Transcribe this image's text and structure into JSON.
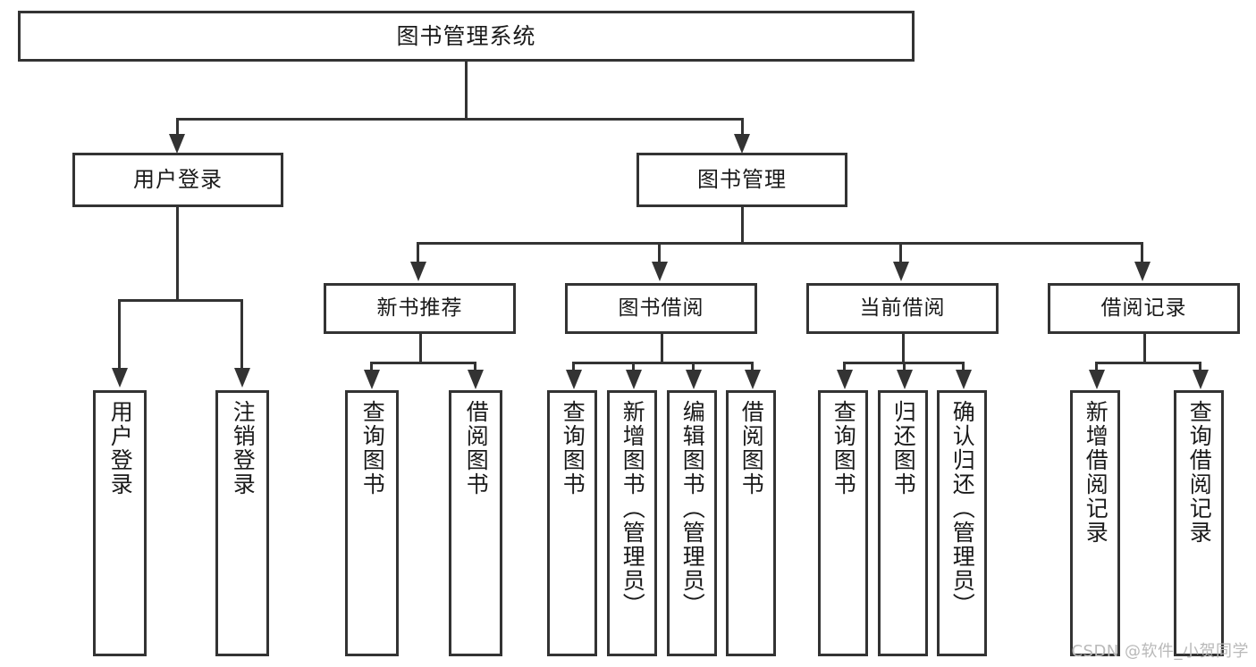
{
  "diagram": {
    "title": "图书管理系统",
    "root": {
      "label": "图书管理系统"
    },
    "level2": [
      {
        "label": "用户登录"
      },
      {
        "label": "图书管理"
      }
    ],
    "level3": [
      {
        "label": "新书推荐"
      },
      {
        "label": "图书借阅"
      },
      {
        "label": "当前借阅"
      },
      {
        "label": "借阅记录"
      }
    ],
    "leaves": {
      "user_login": [
        {
          "label": "用户登录"
        },
        {
          "label": "注销登录"
        }
      ],
      "new_book_recommend": [
        {
          "label": "查询图书"
        },
        {
          "label": "借阅图书"
        }
      ],
      "book_borrow": [
        {
          "label": "查询图书"
        },
        {
          "label": "新增图书（管理员）"
        },
        {
          "label": "编辑图书（管理员）"
        },
        {
          "label": "借阅图书"
        }
      ],
      "current_borrow": [
        {
          "label": "查询图书"
        },
        {
          "label": "归还图书"
        },
        {
          "label": "确认归还（管理员）"
        }
      ],
      "borrow_record": [
        {
          "label": "新增借阅记录"
        },
        {
          "label": "查询借阅记录"
        }
      ]
    }
  },
  "watermark": {
    "text": "CSDN @软件_小贺同学"
  },
  "colors": {
    "stroke": "#333333",
    "fill": "#ffffff",
    "text": "#1a1a1a",
    "watermark": "#b9b9b9"
  }
}
